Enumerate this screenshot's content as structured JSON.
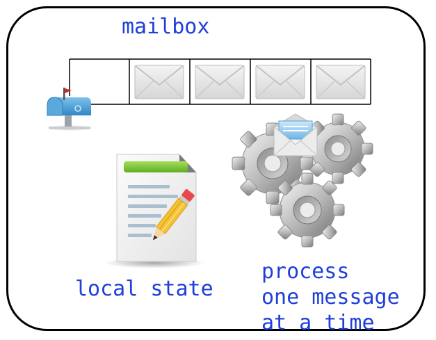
{
  "colors": {
    "text_blue": "#1f3fd9",
    "frame": "#000000"
  },
  "labels": {
    "mailbox": "mailbox",
    "local_state": "local state",
    "process_lines": [
      "process",
      "one message",
      "at a time"
    ]
  },
  "queue": {
    "slots": [
      "empty",
      "envelope",
      "envelope",
      "envelope",
      "envelope"
    ]
  },
  "icons": {
    "mailbox": "mailbox-icon",
    "envelope": "envelope-icon",
    "incoming_envelope": "open-envelope-icon",
    "gears": "gears-icon",
    "document": "document-with-pencil-icon"
  }
}
